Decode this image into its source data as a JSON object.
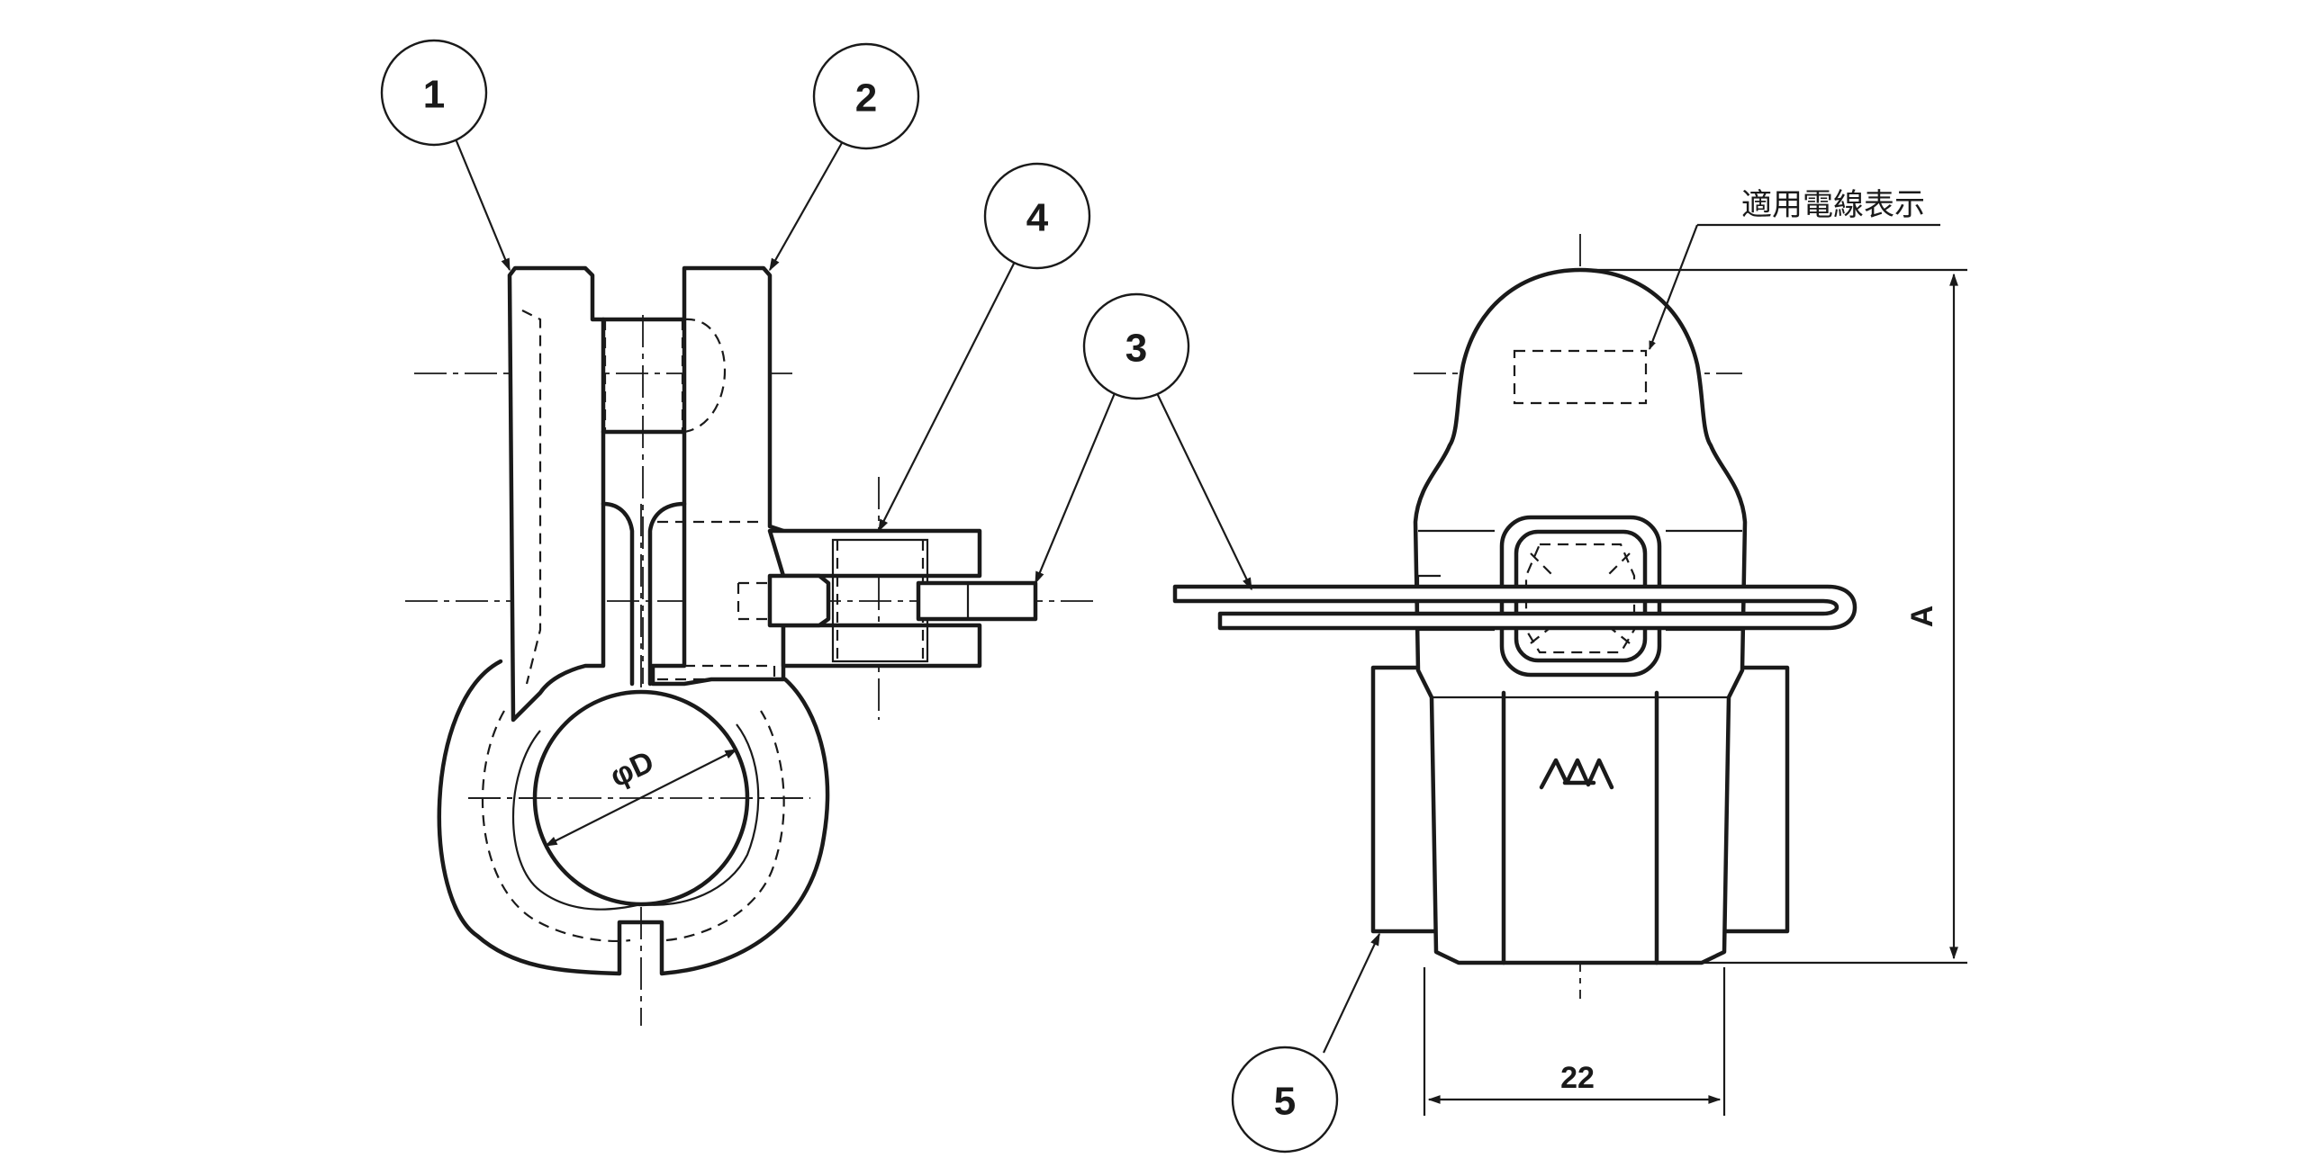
{
  "balloons": [
    {
      "id": "1",
      "label": "1"
    },
    {
      "id": "2",
      "label": "2"
    },
    {
      "id": "3",
      "label": "3"
    },
    {
      "id": "4",
      "label": "4"
    },
    {
      "id": "5",
      "label": "5"
    }
  ],
  "dimensions": {
    "diameter": "φD",
    "height": "A",
    "width": "22"
  },
  "annotations": {
    "wire_indicator": "適用電線表示",
    "maker_mark": "MAM"
  },
  "colors": {
    "line": "#1a1a1a",
    "background": "#ffffff"
  }
}
